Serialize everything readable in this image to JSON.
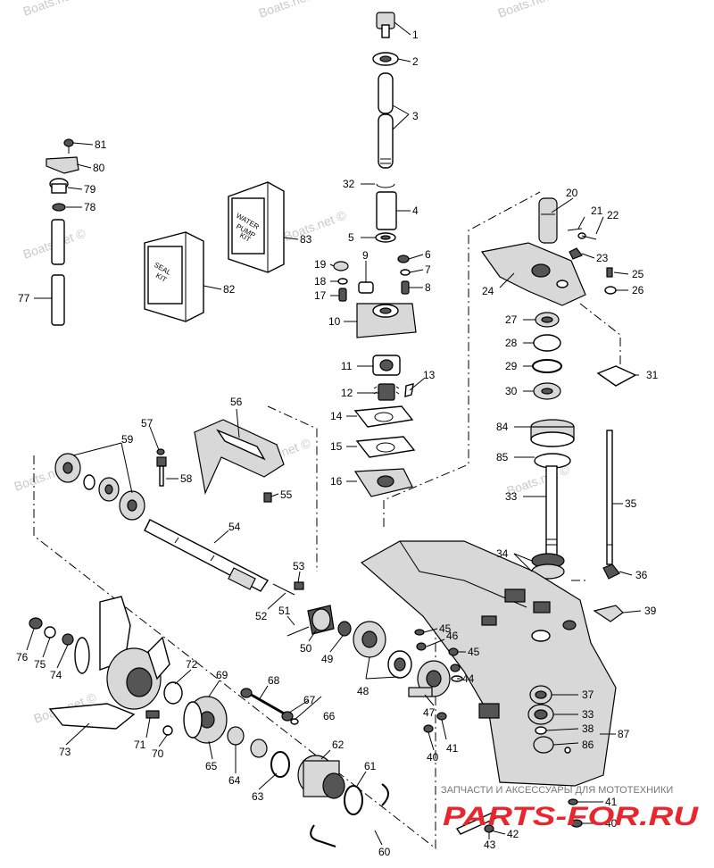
{
  "watermarks": [
    "Boats.net",
    "Boats.net",
    "Boats.net",
    "Boats.net ©",
    "Boats.net ©",
    "Boats.net ©",
    "Boats.net ©",
    "Boats.net ©",
    "Boats.net ©"
  ],
  "kits": {
    "water_pump": [
      "WATER",
      "PUMP",
      "KIT"
    ],
    "seal": [
      "SEAL",
      "KIT"
    ]
  },
  "callouts": [
    "1",
    "2",
    "3",
    "32",
    "4",
    "5",
    "6",
    "7",
    "8",
    "9",
    "10",
    "11",
    "12",
    "13",
    "14",
    "15",
    "16",
    "17",
    "18",
    "19",
    "20",
    "21",
    "22",
    "23",
    "24",
    "25",
    "26",
    "27",
    "28",
    "29",
    "30",
    "31",
    "33",
    "33",
    "34",
    "35",
    "36",
    "37",
    "38",
    "39",
    "40",
    "40",
    "41",
    "41",
    "42",
    "43",
    "44",
    "45",
    "45",
    "46",
    "47",
    "48",
    "49",
    "50",
    "51",
    "52",
    "53",
    "54",
    "55",
    "56",
    "57",
    "58",
    "59",
    "60",
    "61",
    "62",
    "63",
    "64",
    "65",
    "66",
    "67",
    "68",
    "69",
    "70",
    "71",
    "72",
    "73",
    "74",
    "75",
    "76",
    "77",
    "78",
    "79",
    "80",
    "81",
    "82",
    "83",
    "84",
    "85",
    "86",
    "87"
  ],
  "footer": {
    "tagline": "ЗАПЧАСТИ И АКСЕССУАРЫ ДЛЯ МОТОТЕХНИКИ",
    "logo": "PARTS-FOR.RU"
  }
}
